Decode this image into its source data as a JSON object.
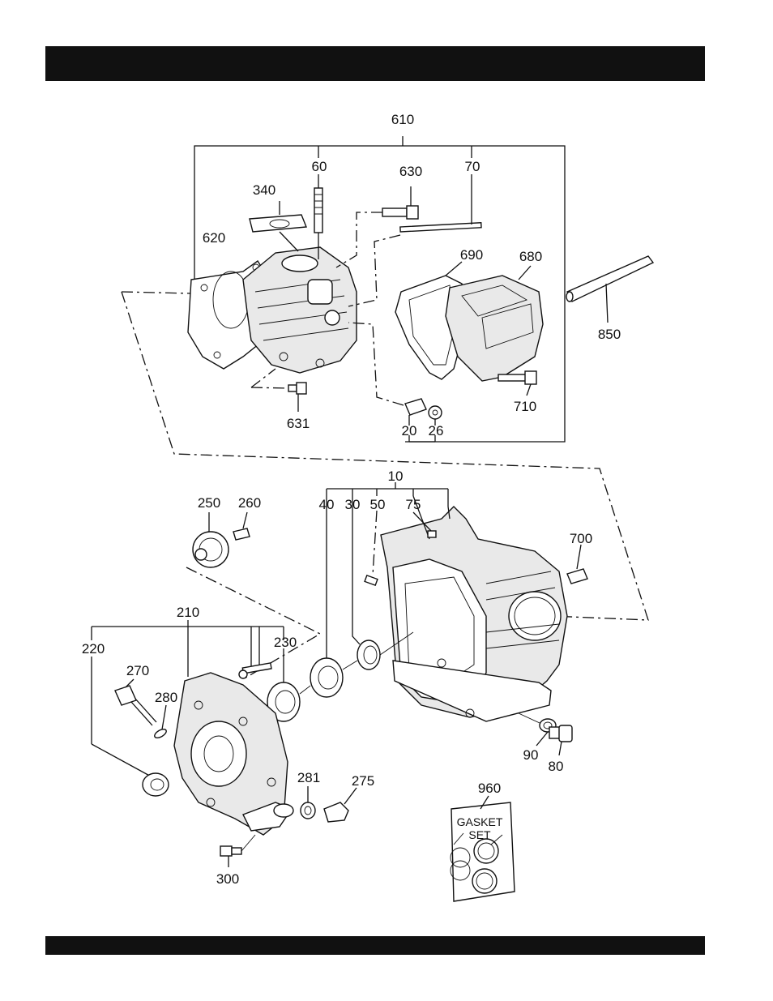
{
  "header": {
    "title": ""
  },
  "footer": {
    "text": ""
  },
  "callouts": {
    "c610": "610",
    "c60": "60",
    "c630": "630",
    "c70": "70",
    "c340": "340",
    "c620": "620",
    "c690": "690",
    "c680": "680",
    "c850": "850",
    "c710": "710",
    "c631": "631",
    "c20": "20",
    "c26": "26",
    "c10": "10",
    "c40": "40",
    "c30": "30",
    "c50": "50",
    "c75": "75",
    "c250": "250",
    "c260": "260",
    "c700": "700",
    "c210": "210",
    "c220": "220",
    "c230": "230",
    "c270": "270",
    "c280": "280",
    "c90": "90",
    "c80": "80",
    "c281": "281",
    "c275": "275",
    "c960": "960",
    "c300": "300"
  },
  "gasket_set": {
    "line1": "GASKET",
    "line2": "SET"
  }
}
